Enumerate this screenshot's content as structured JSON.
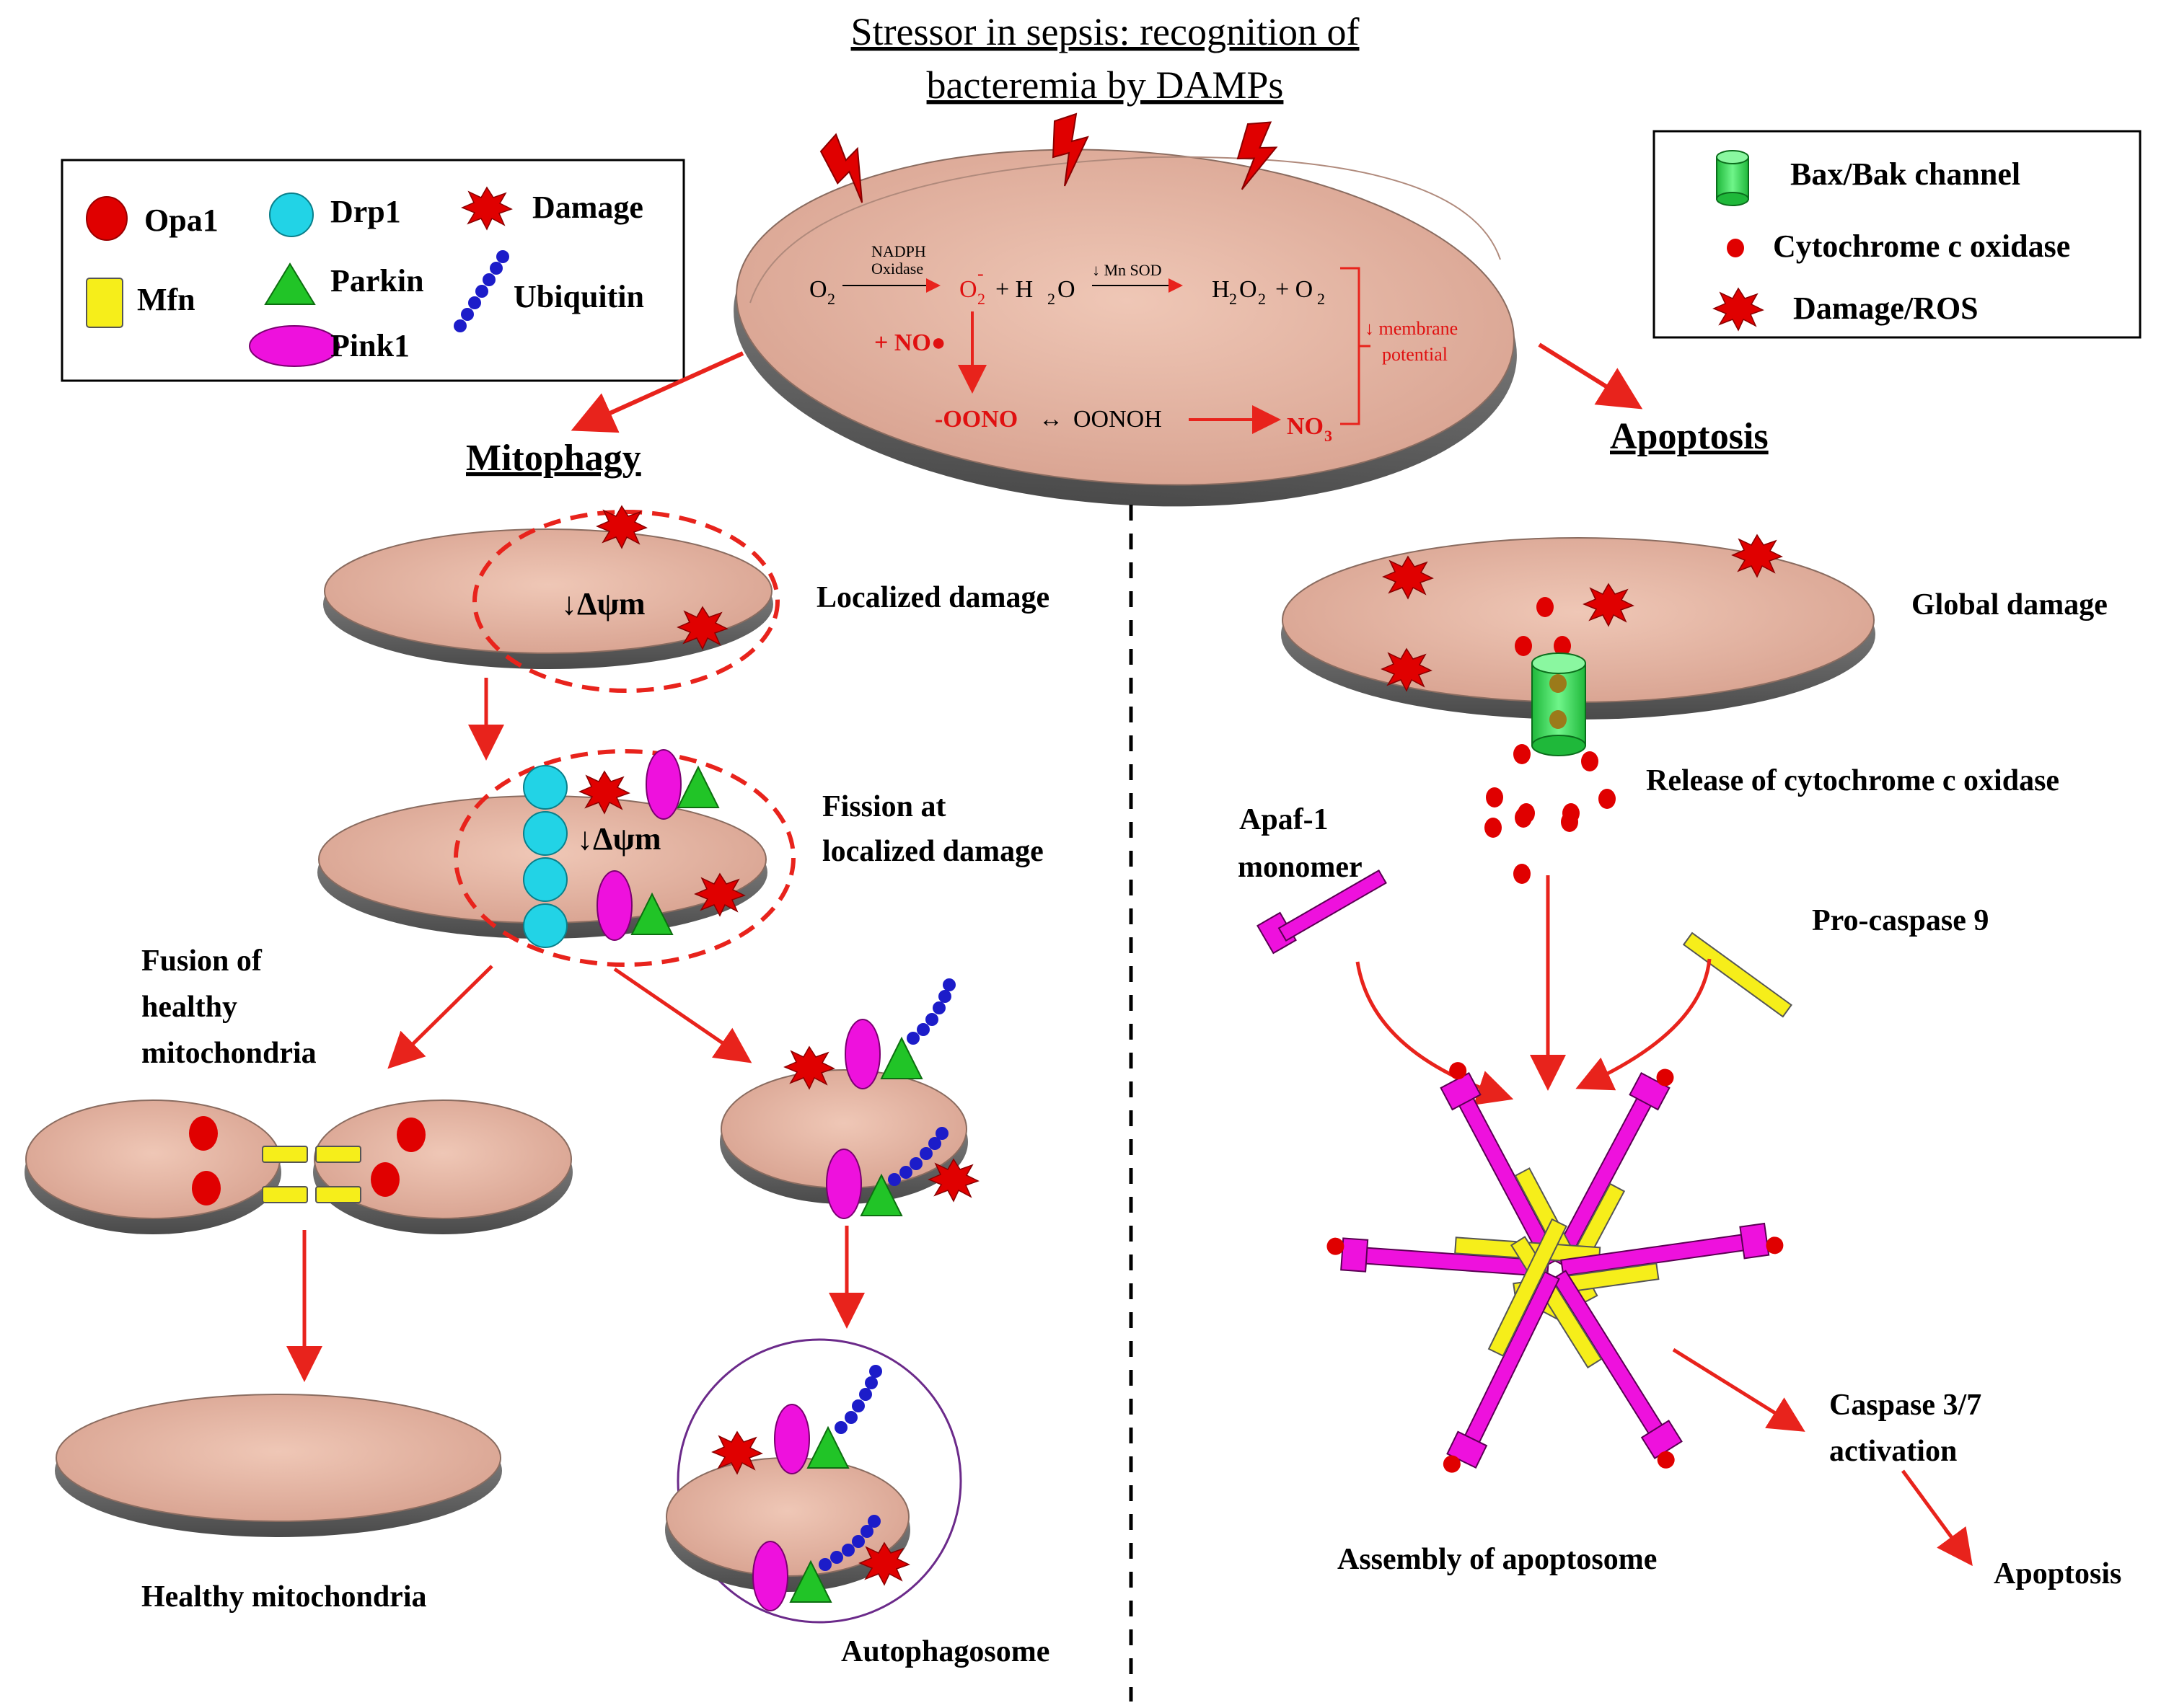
{
  "title": {
    "line1": "Stressor in sepsis: recognition of",
    "line2": "bacteremia by DAMPs"
  },
  "legend_left": {
    "opa1": "Opa1",
    "drp1": "Drp1",
    "damage": "Damage",
    "mfn": "Mfn",
    "parkin": "Parkin",
    "ubiquitin": "Ubiquitin",
    "pink1": "Pink1"
  },
  "legend_right": {
    "bax_bak": "Bax/Bak channel",
    "cyt_c": "Cytochrome c oxidase",
    "damage_ros": "Damage/ROS"
  },
  "reactions": {
    "o2": "O",
    "o2_sub": "2",
    "nadph": "NADPH",
    "oxidase": "Oxidase",
    "superoxide": "O",
    "superoxide_sub": "2",
    "superoxide_sup": "-",
    "plus_h2o": "+ H",
    "h2o_sub": "2",
    "h2o_o": "O",
    "mn_sod": "↓ Mn SOD",
    "h2o2": "H",
    "h2o2_sub1": "2",
    "h2o2_o": "O",
    "h2o2_sub2": "2",
    "plus_o2": "+ O",
    "plus_o2_sub": "2",
    "no": "+ NO●",
    "oono": "-OONO",
    "arrow_eq": "↔",
    "oonoh": "OONOH",
    "no3": "NO",
    "no3_sub": "3",
    "membrane1": "↓ membrane",
    "membrane2": "potential"
  },
  "sections": {
    "mitophagy": "Mitophagy",
    "apoptosis": "Apoptosis"
  },
  "labels": {
    "localized_damage": "Localized damage",
    "delta_psi": "↓Δψm",
    "fission1": "Fission at",
    "fission2": "localized damage",
    "fusion1": "Fusion of",
    "fusion2": "healthy",
    "fusion3": "mitochondria",
    "healthy": "Healthy mitochondria",
    "autophagosome": "Autophagosome",
    "global_damage": "Global damage",
    "release": "Release of cytochrome  c oxidase",
    "apaf1": "Apaf-1",
    "monomer": "monomer",
    "procaspase": "Pro-caspase 9",
    "assembly": "Assembly of apoptosome",
    "caspase1": "Caspase 3/7",
    "caspase2": "activation",
    "apoptosis_end": "Apoptosis"
  },
  "colors": {
    "arrow": "#e8231c",
    "mito_fill": "#e2b3a0",
    "mito_rim": "#6a6a6a",
    "opa1": "#e00000",
    "drp1": "#22d3e6",
    "parkin": "#21c427",
    "pink1": "#ee11dd",
    "mfn": "#f6ee1a",
    "ubiquitin": "#1c1cc9",
    "bax": "#2ee84b",
    "damage": "#e00000"
  }
}
